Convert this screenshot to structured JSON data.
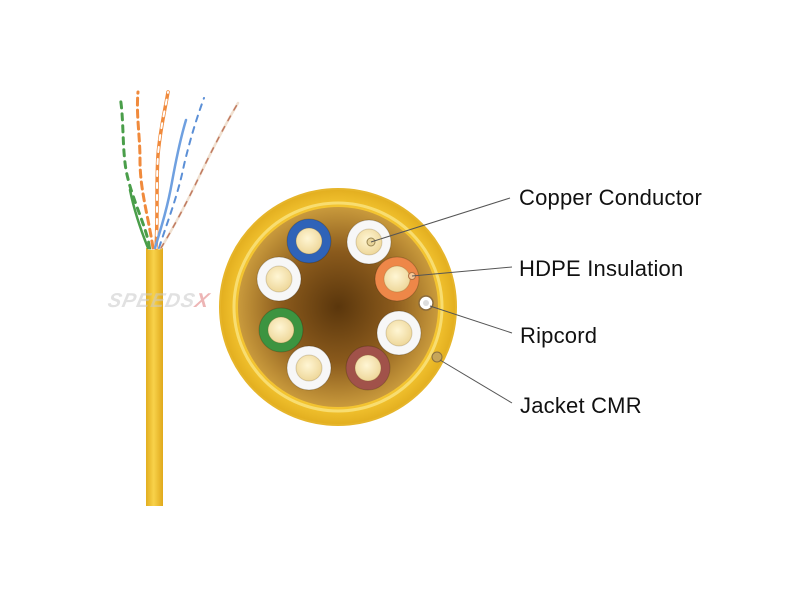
{
  "labels": {
    "copper_conductor": "Copper Conductor",
    "hdpe_insulation": "HDPE Insulation",
    "ripcord": "Ripcord",
    "jacket": "Jacket CMR"
  },
  "watermark": {
    "main": "SPEEDS",
    "accent": "X"
  },
  "colors": {
    "jacket": "#f2c22e",
    "jacket_edge": "#d9a618",
    "core_center": "#6b4312",
    "core_edge": "#c79a3c",
    "conductor": "#f6e6b2",
    "pair_blue": "#2f63b8",
    "pair_orange": "#ee8748",
    "pair_green": "#3c9440",
    "pair_brown": "#a1524a",
    "white_insulation": "#f7f7f7",
    "leader_line": "#555555"
  },
  "conductors": [
    {
      "name": "blue",
      "color_key": "pair_blue"
    },
    {
      "name": "white-top",
      "color_key": "white_insulation"
    },
    {
      "name": "orange",
      "color_key": "pair_orange"
    },
    {
      "name": "white-left-top",
      "color_key": "white_insulation"
    },
    {
      "name": "green",
      "color_key": "pair_green"
    },
    {
      "name": "white-right",
      "color_key": "white_insulation"
    },
    {
      "name": "white-bottom-left",
      "color_key": "white_insulation"
    },
    {
      "name": "brown",
      "color_key": "pair_brown"
    }
  ]
}
